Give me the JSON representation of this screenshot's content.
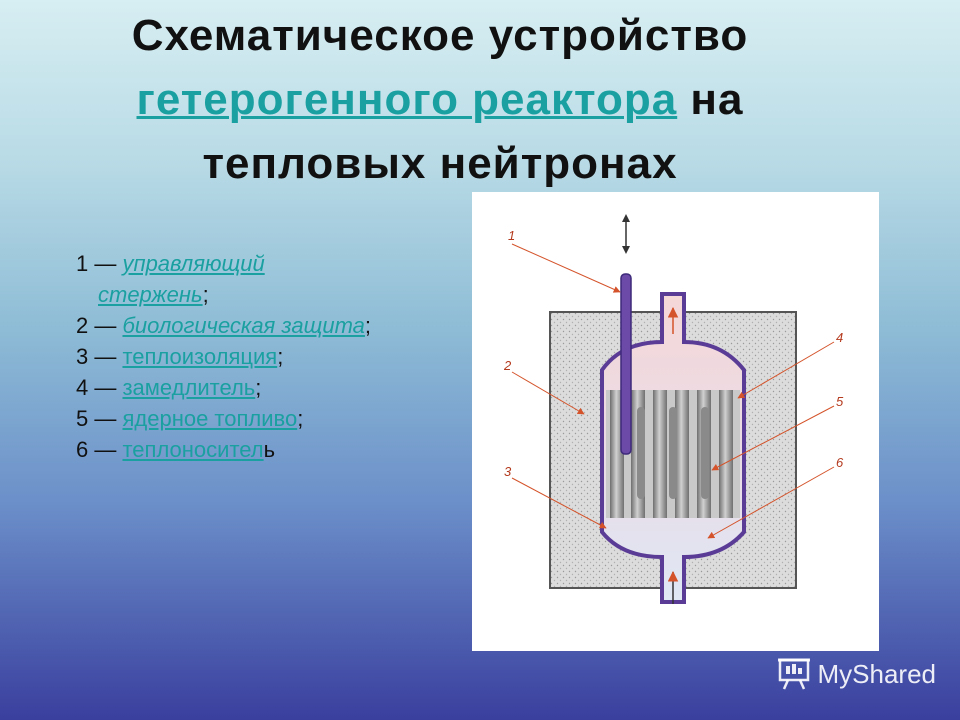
{
  "title": {
    "line1": "Схематическое устройство",
    "link": "гетерогенного реактора",
    "after_link": " на",
    "line3": "тепловых нейтронах"
  },
  "legend": [
    {
      "num": "1 — ",
      "term": "управляющий стержень",
      "suffix": ";"
    },
    {
      "num": "2 — ",
      "term": "биологическая защита",
      "suffix": ";"
    },
    {
      "num": "3 — ",
      "term": "теплоизоляция",
      "suffix": ";"
    },
    {
      "num": "4 — ",
      "term": "замедлитель",
      "suffix": ";"
    },
    {
      "num": "5 — ",
      "term": "ядерное топливо",
      "suffix": ";"
    },
    {
      "num": "6 — ",
      "term": "теплоносител",
      "suffix": "ь"
    }
  ],
  "diagram": {
    "labels": [
      "1",
      "2",
      "3",
      "4",
      "5",
      "6"
    ]
  },
  "watermark": {
    "text": "MyShared",
    "icon": "presentation-board-icon"
  }
}
